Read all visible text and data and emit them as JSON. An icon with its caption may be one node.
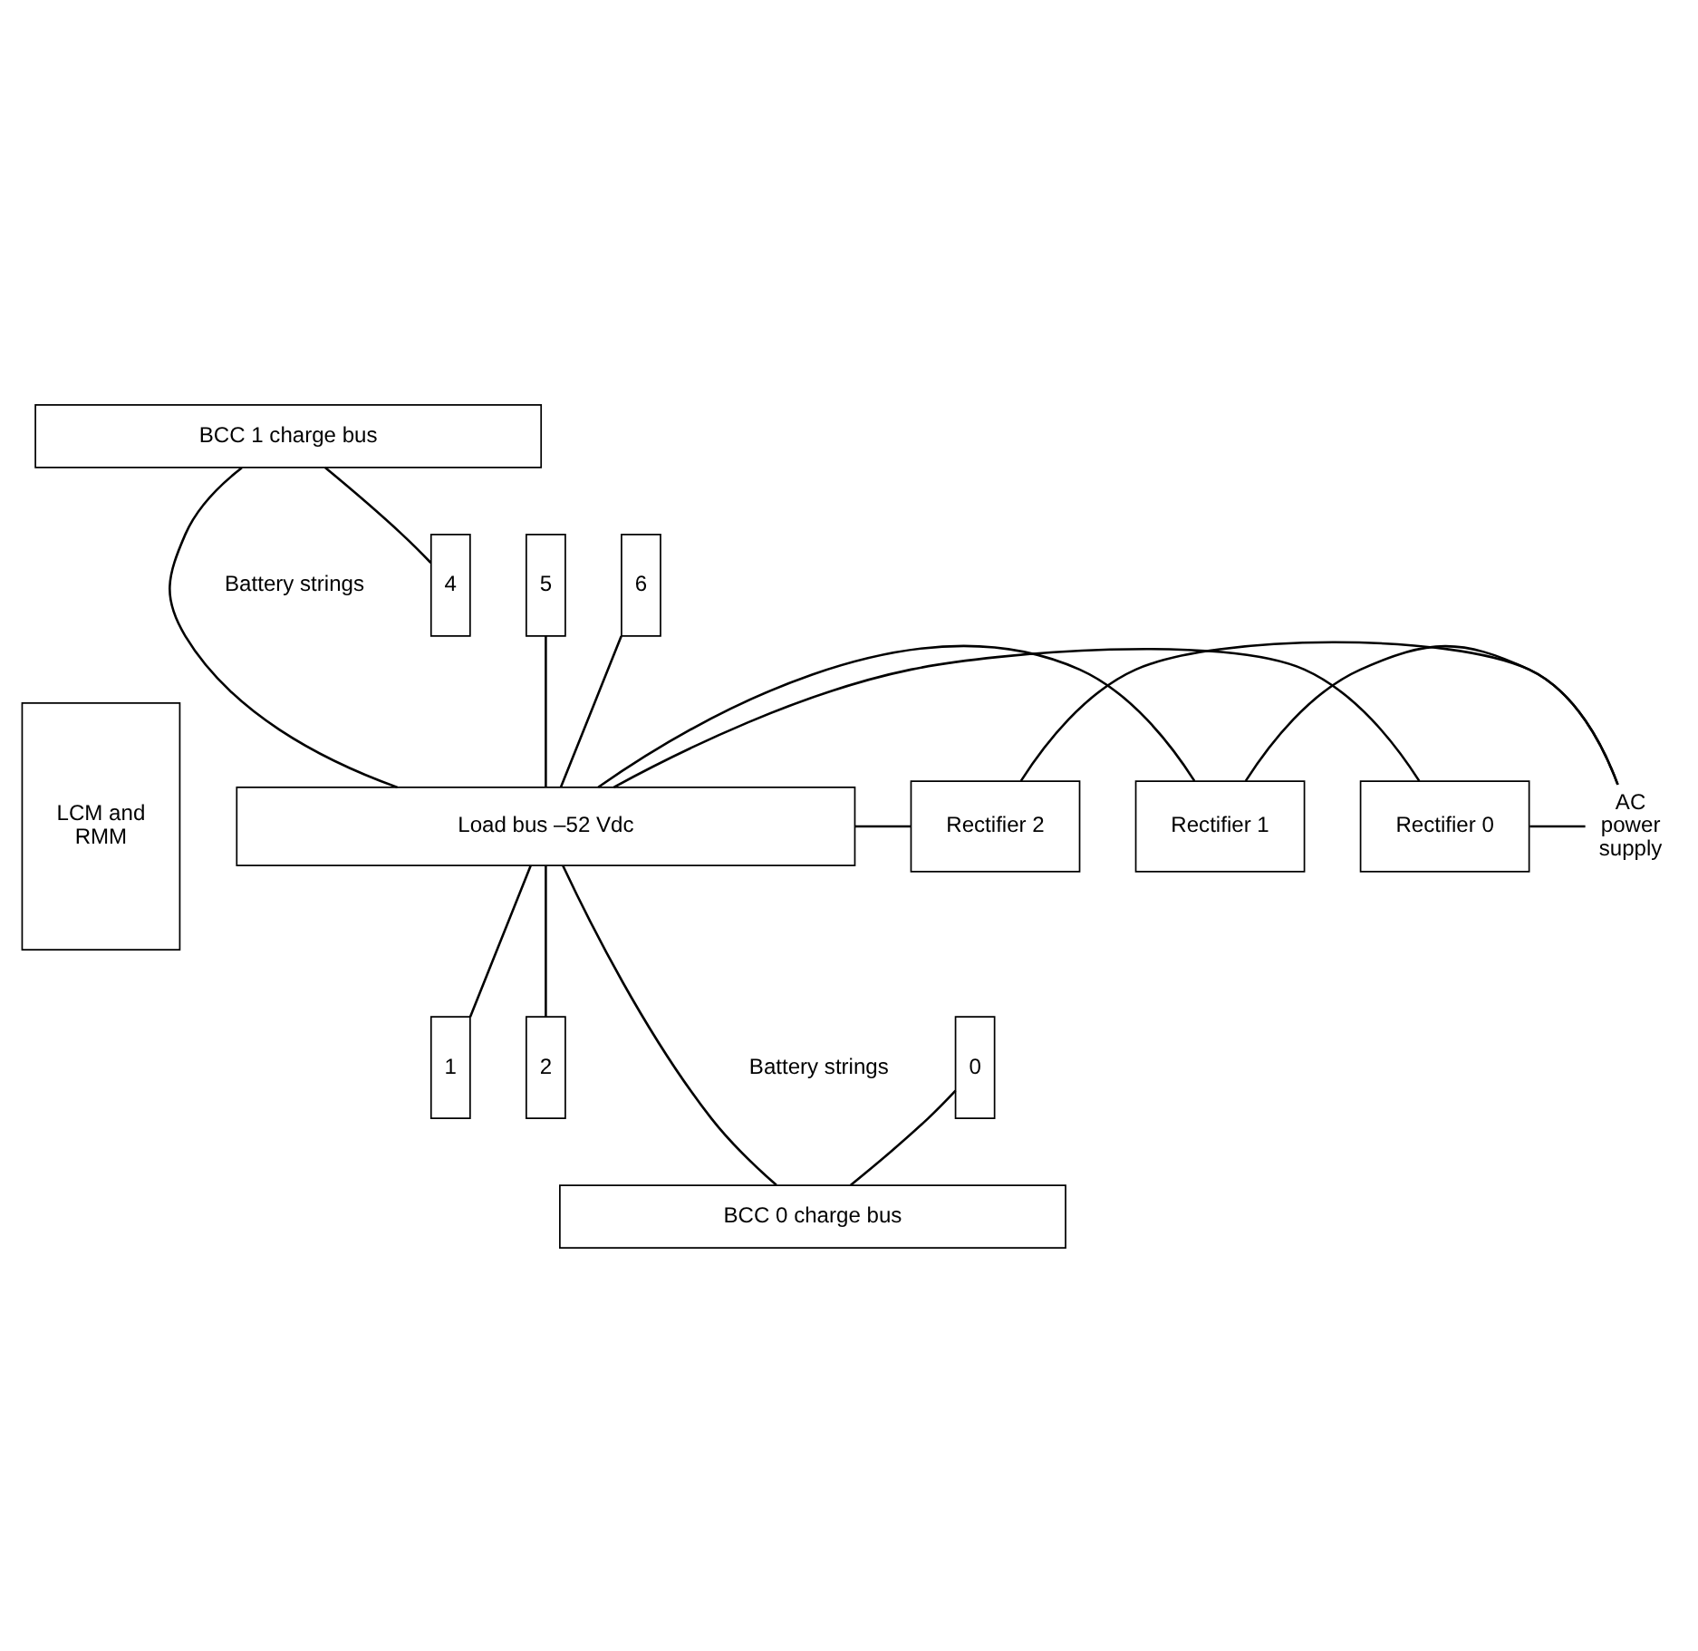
{
  "diagram": {
    "nodes": [
      {
        "text": [
          "BCC 1 charge bus"
        ]
      },
      {
        "text": [
          "4"
        ]
      },
      {
        "text": [
          "5"
        ]
      },
      {
        "text": [
          "6"
        ]
      },
      {
        "text": [
          "LCM and RMM"
        ]
      },
      {
        "text": [
          "Load bus –52 Vdc"
        ]
      },
      {
        "text": [
          "Rectifier 0"
        ]
      },
      {
        "text": [
          "Rectifier 1"
        ]
      },
      {
        "text": [
          "Rectifier 2"
        ]
      },
      {
        "text": [
          "0"
        ]
      },
      {
        "text": [
          "1"
        ]
      },
      {
        "text": [
          "2"
        ]
      },
      {
        "text": [
          "BCC 0 charge bus"
        ]
      },
      {
        "text": [
          "AC power supply"
        ]
      }
    ],
    "edges": [
      {
        "from": 0,
        "to": 1,
        "arrow": "none"
      },
      {
        "from": 0,
        "to": 5,
        "arrow": "none"
      },
      {
        "from": 2,
        "to": 5,
        "arrow": "none"
      },
      {
        "from": 3,
        "to": 5,
        "arrow": "none"
      },
      {
        "from": 5,
        "to": 10,
        "arrow": "none"
      },
      {
        "from": 5,
        "to": 11,
        "arrow": "none"
      },
      {
        "from": 5,
        "to": 12,
        "arrow": "none"
      },
      {
        "from": 9,
        "to": 12,
        "arrow": "none"
      },
      {
        "from": 5,
        "to": 6,
        "arrow": "none"
      },
      {
        "from": 5,
        "to": 7,
        "arrow": "none"
      },
      {
        "from": 5,
        "to": 8,
        "arrow": "none"
      },
      {
        "from": 6,
        "to": 13,
        "arrow": "none"
      },
      {
        "from": 7,
        "to": 13,
        "arrow": "none"
      },
      {
        "from": 8,
        "to": 13,
        "arrow": "none"
      }
    ],
    "labels": [
      "Battery strings",
      "Battery strings"
    ]
  }
}
